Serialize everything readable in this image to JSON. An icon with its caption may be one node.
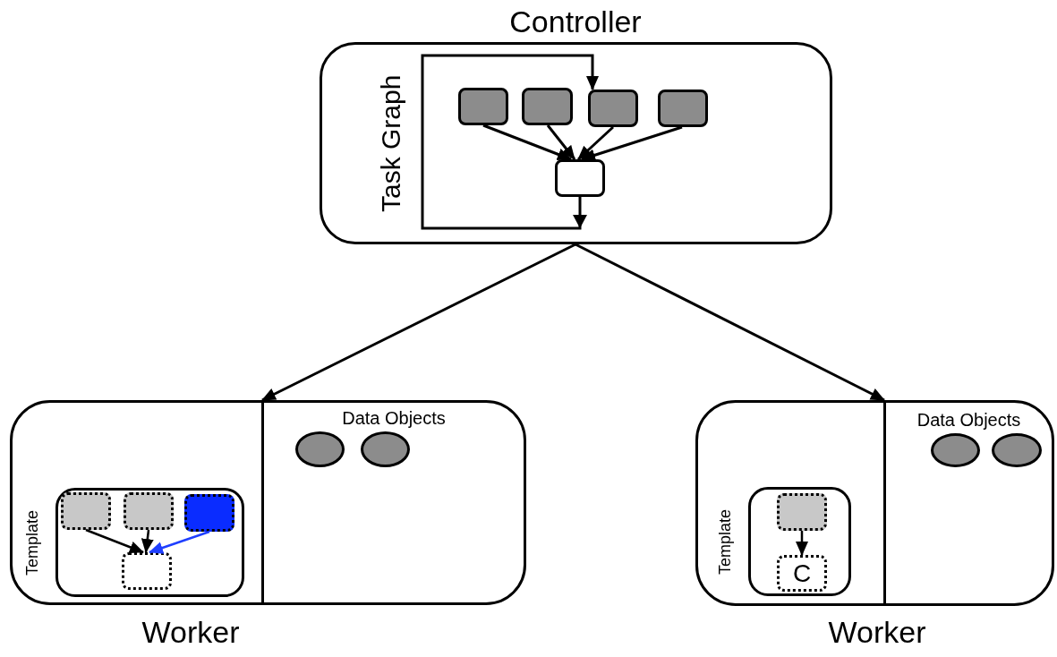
{
  "diagram": {
    "nodes": [
      {
        "text": [
          "Controller",
          "Task Graph"
        ]
      },
      {
        "text": [],
        "shape": "box",
        "in": 0
      },
      {
        "text": [],
        "shape": "box",
        "in": 0
      },
      {
        "text": [],
        "shape": "box",
        "in": 0
      },
      {
        "text": [],
        "shape": "box",
        "in": 0
      },
      {
        "text": [],
        "shape": "box",
        "in": 0
      },
      {
        "text": [
          "Worker"
        ]
      },
      {
        "text": [
          "Template"
        ],
        "in": 6
      },
      {
        "text": [],
        "shape": "box",
        "in": 7
      },
      {
        "text": [],
        "shape": "box",
        "in": 7
      },
      {
        "text": [],
        "shape": "box",
        "in": 7
      },
      {
        "text": [],
        "shape": "box",
        "in": 7
      },
      {
        "text": [
          "Data Objects"
        ],
        "in": 6
      },
      {
        "text": [],
        "shape": "ellipse",
        "in": 12
      },
      {
        "text": [],
        "shape": "ellipse",
        "in": 12
      },
      {
        "text": [
          "Worker"
        ]
      },
      {
        "text": [
          "Template"
        ],
        "in": 15
      },
      {
        "text": [],
        "shape": "box",
        "in": 16
      },
      {
        "text": [
          "C"
        ],
        "in": 16
      },
      {
        "text": [
          "Data Objects"
        ],
        "in": 15
      },
      {
        "text": [],
        "shape": "ellipse",
        "in": 19
      },
      {
        "text": [],
        "shape": "ellipse",
        "in": 19
      }
    ],
    "edges": [
      {
        "from": 1,
        "to": 5,
        "arrow": "to"
      },
      {
        "from": 2,
        "to": 5,
        "arrow": "to"
      },
      {
        "from": 3,
        "to": 5,
        "arrow": "to"
      },
      {
        "from": 4,
        "to": 5,
        "arrow": "to"
      },
      {
        "from": 5,
        "to": 3,
        "arrow": "to"
      },
      {
        "from": 0,
        "to": 6,
        "arrow": "to"
      },
      {
        "from": 0,
        "to": 15,
        "arrow": "to"
      },
      {
        "from": 8,
        "to": 11,
        "arrow": "to"
      },
      {
        "from": 9,
        "to": 11,
        "arrow": "to"
      },
      {
        "from": 10,
        "to": 11,
        "arrow": "to",
        "color": "#1f3fff"
      },
      {
        "from": 17,
        "to": 18,
        "arrow": "to"
      }
    ]
  }
}
